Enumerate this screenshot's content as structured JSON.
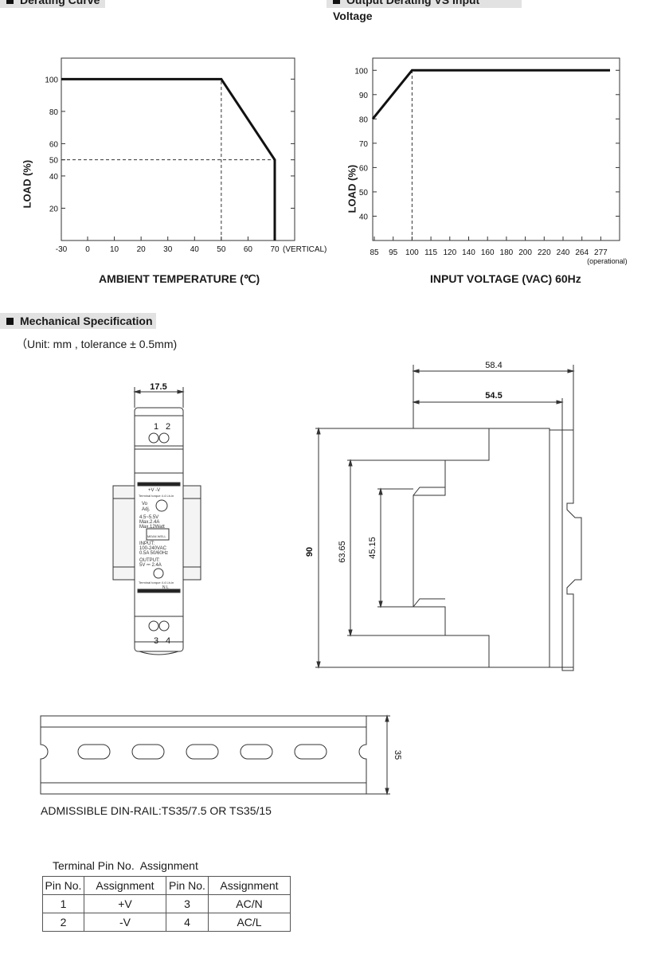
{
  "sections": {
    "derating": "Derating Curve",
    "output_derating": "Output Derating VS Input Voltage",
    "mechanical": "Mechanical Specification"
  },
  "chart_data": [
    {
      "type": "line",
      "title": "Derating Curve",
      "xlabel": "AMBIENT TEMPERATURE (℃)",
      "ylabel": "LOAD (%)",
      "x_ticks": [
        -30,
        0,
        10,
        20,
        30,
        40,
        50,
        60,
        70
      ],
      "x_tick_suffix": "(VERTICAL)",
      "y_ticks": [
        20,
        40,
        50,
        60,
        80,
        100
      ],
      "xlim": [
        -30,
        80
      ],
      "ylim": [
        0,
        113
      ],
      "series": [
        {
          "x": [
            -30,
            50,
            70,
            70
          ],
          "y": [
            100,
            100,
            50,
            0
          ]
        }
      ],
      "reference_lines": [
        {
          "from": [
            50,
            0
          ],
          "to": [
            50,
            100
          ]
        },
        {
          "from": [
            -30,
            50
          ],
          "to": [
            70,
            50
          ]
        }
      ]
    },
    {
      "type": "line",
      "title": "Output Derating VS Input Voltage",
      "xlabel": "INPUT VOLTAGE (VAC) 60Hz",
      "ylabel": "LOAD (%)",
      "x_ticks": [
        "85",
        "95",
        "100",
        "115",
        "120",
        "140",
        "160",
        "180",
        "200",
        "220",
        "240",
        "264",
        "277"
      ],
      "x_tick_note": "(operational)",
      "y_ticks": [
        40,
        50,
        60,
        70,
        80,
        90,
        100
      ],
      "ylim": [
        30,
        105
      ],
      "series": [
        {
          "x": [
            "85",
            "100",
            "277"
          ],
          "y": [
            80,
            100,
            100
          ]
        }
      ],
      "reference_lines": [
        {
          "at_x": "100",
          "from_y": 30,
          "to_y": 100
        }
      ]
    }
  ],
  "mechanical": {
    "unit_note": "（Unit: mm , tolerance ± 0.5mm)",
    "front": {
      "width_dim": "17.5",
      "top_pins": [
        "1",
        "2"
      ],
      "bottom_pins": [
        "3",
        "4"
      ],
      "label_lines": [
        "+V   -V",
        "Terminal torque 4.4 Lb-in",
        "Vo",
        "Adj.",
        "4.5~5.5V",
        "Max.2.4A",
        "Max.12Watt",
        "MEAN WELL",
        "INPUT:",
        "100-240VAC",
        "0.5A   50/60Hz",
        "OUTPUT:",
        "5V  ⎓  2.4A",
        "Terminal torque 4.4 Lb-in",
        "N   L"
      ]
    },
    "side": {
      "dim_58": "58.4",
      "dim_54": "54.5",
      "dim_90": "90",
      "dim_63": "63.65",
      "dim_45": "45.15"
    },
    "rail": {
      "dim_35": "35",
      "caption": "ADMISSIBLE DIN-RAIL:TS35/7.5 OR TS35/15"
    }
  },
  "pin_table": {
    "title": "Terminal Pin No.  Assignment",
    "headers": [
      "Pin No.",
      "Assignment",
      "Pin No.",
      "Assignment"
    ],
    "rows": [
      [
        "1",
        "+V",
        "3",
        "AC/N"
      ],
      [
        "2",
        "-V",
        "4",
        "AC/L"
      ]
    ]
  }
}
